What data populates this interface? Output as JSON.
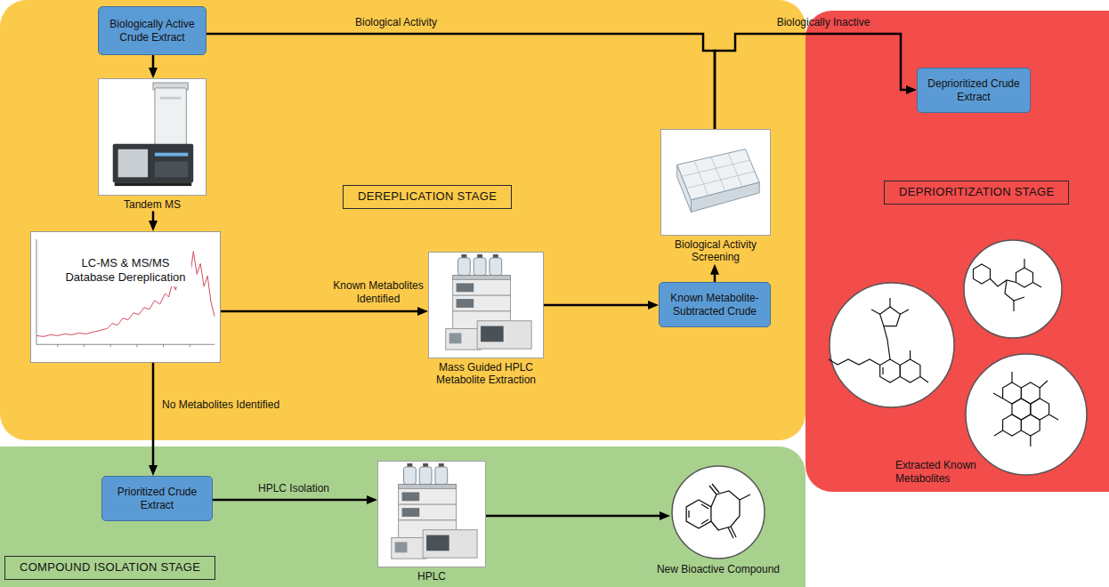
{
  "diagram": {
    "nodes": [
      {
        "text": [
          "DEREPLICATION STAGE"
        ]
      },
      {
        "text": [
          "Biologically Active Crude Extract"
        ],
        "in": 0
      },
      {
        "text": [
          "Tandem MS"
        ],
        "in": 0
      },
      {
        "text": [
          "LC-MS & MS/MS Database Dereplication"
        ],
        "in": 0
      },
      {
        "text": [
          "Mass Guided HPLC Metabolite Extraction"
        ],
        "in": 0
      },
      {
        "text": [
          "Known Metabolite-Subtracted Crude"
        ],
        "in": 0
      },
      {
        "text": [
          "Biological Activity Screening"
        ],
        "in": 0
      },
      {
        "text": [
          "DEPRIORITIZATION STAGE"
        ]
      },
      {
        "text": [
          "Deprioritized Crude Extract"
        ],
        "in": 7
      },
      {
        "text": [
          "COMPOUND ISOLATION STAGE"
        ]
      },
      {
        "text": [
          "Prioritized Crude Extract"
        ],
        "in": 9
      },
      {
        "text": [
          "HPLC"
        ],
        "in": 9
      },
      {
        "text": [
          "New Bioactive Compound"
        ],
        "in": 9
      }
    ],
    "edges": [
      {
        "from": 1,
        "to": 2,
        "arrow": "to"
      },
      {
        "from": 2,
        "to": 3,
        "arrow": "to"
      },
      {
        "from": 3,
        "to": 4,
        "label": "Known Metabolites Identified",
        "arrow": "to"
      },
      {
        "from": 4,
        "to": 5,
        "arrow": "to"
      },
      {
        "from": 5,
        "to": 6,
        "arrow": "to"
      },
      {
        "from": 6,
        "to": 1,
        "label": "Biological Activity",
        "arrow": "none"
      },
      {
        "from": 6,
        "to": 8,
        "label": "Biologically Inactive",
        "arrow": "to"
      },
      {
        "from": 3,
        "to": 10,
        "label": "No Metabolites Identified",
        "arrow": "to"
      },
      {
        "from": 10,
        "to": 11,
        "label": "HPLC Isolation",
        "arrow": "to"
      },
      {
        "from": 11,
        "to": 12,
        "arrow": "to"
      }
    ],
    "labels": [
      "Extracted Known Metabolites"
    ]
  }
}
